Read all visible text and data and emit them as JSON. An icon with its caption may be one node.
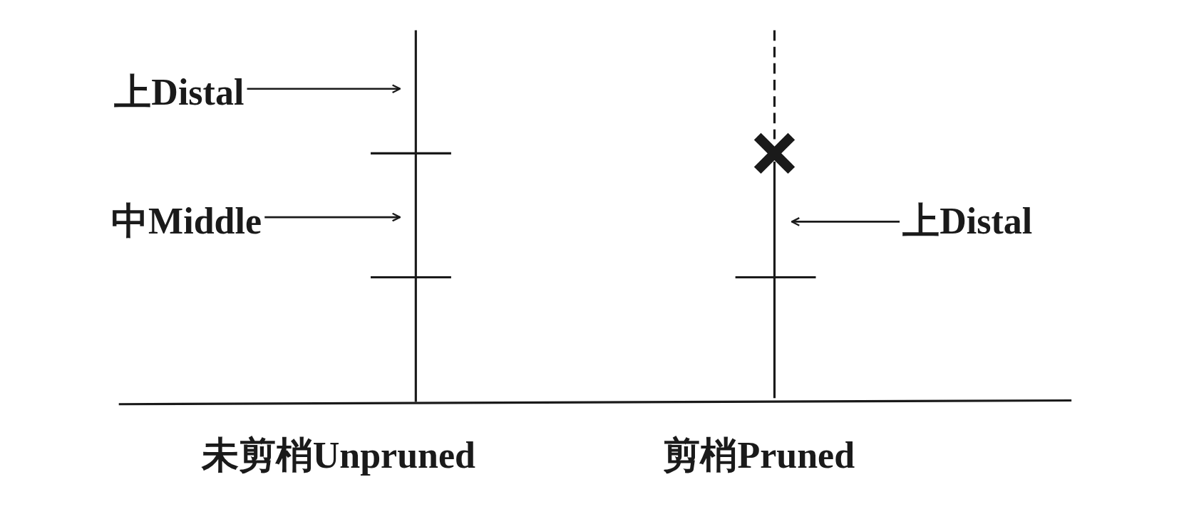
{
  "diagram": {
    "nodes": [
      {
        "text": [
          "上Distal"
        ]
      },
      {
        "text": [
          "中Middle"
        ]
      },
      {
        "text": [
          "上Distal"
        ]
      }
    ],
    "edges": [
      {
        "from": 0,
        "to": null,
        "arrow": "to"
      },
      {
        "from": 1,
        "to": null,
        "arrow": "to"
      },
      {
        "from": 2,
        "to": null,
        "arrow": "to"
      }
    ],
    "labels": [
      "未剪梢Unpruned",
      "剪梢Pruned"
    ]
  }
}
